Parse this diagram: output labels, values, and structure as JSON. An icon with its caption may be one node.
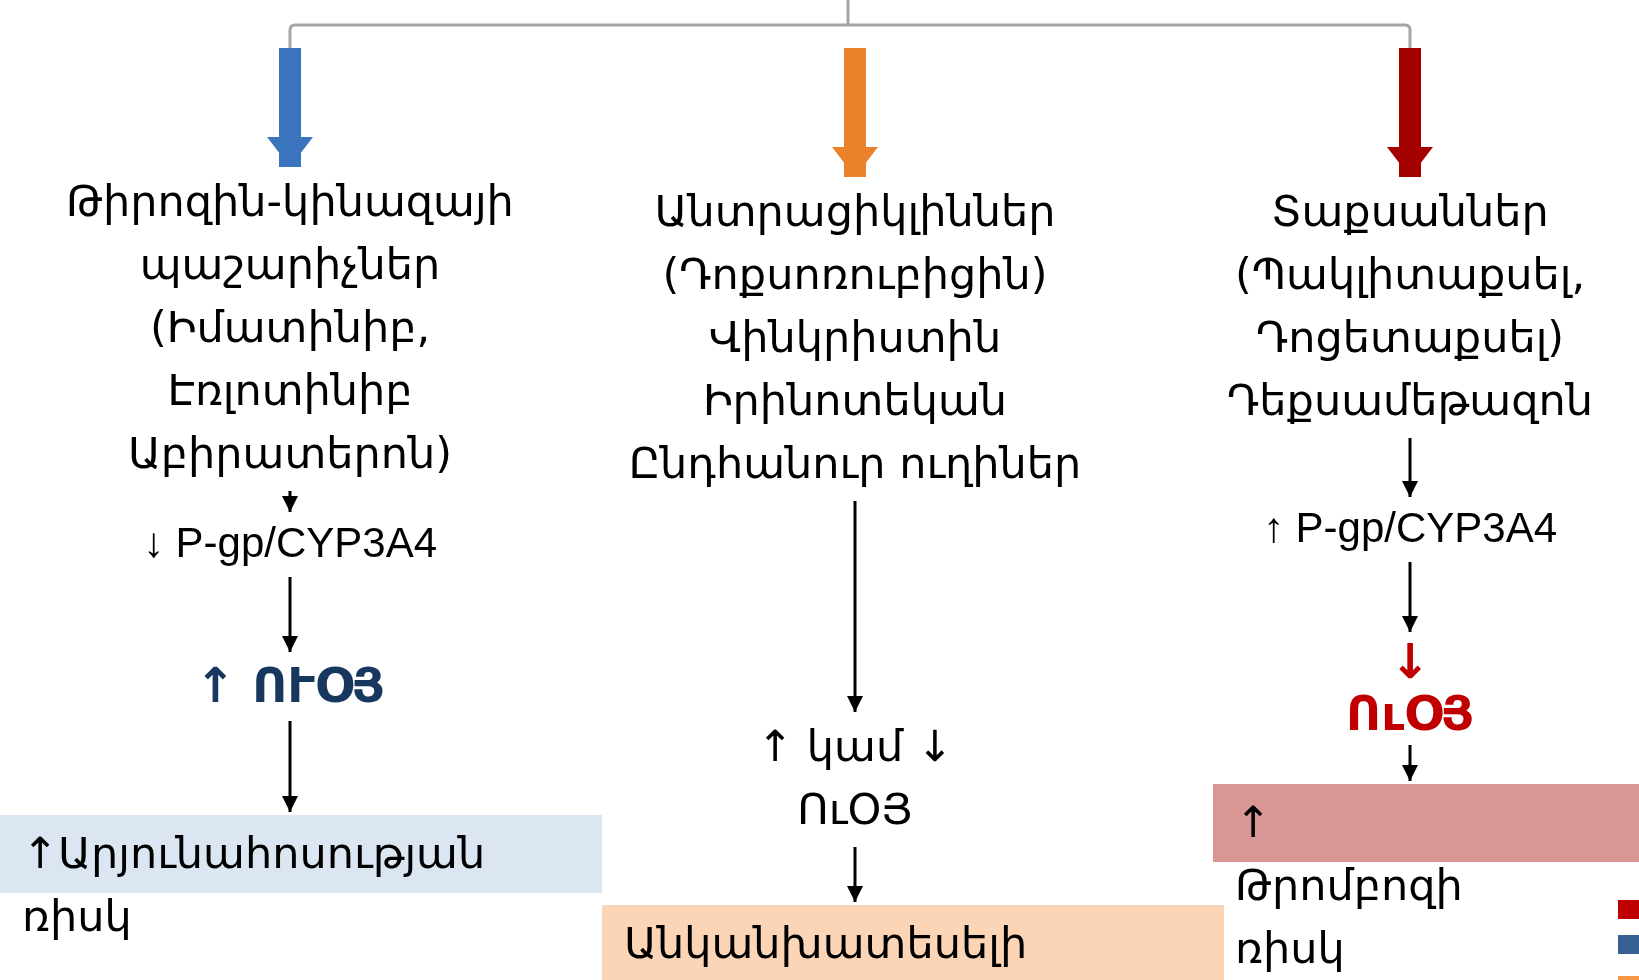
{
  "diagram": {
    "nodes": [
      {
        "text": [
          "Թիրոզին-կինազայի պաշարիչներ (Իմատինիբ, Էռլոտինիբ Աբիրատերոն)"
        ]
      },
      {
        "text": [
          "↓ P-gp/CYP3A4"
        ]
      },
      {
        "text": [
          "↑ ՈՒՕՅ"
        ]
      },
      {
        "text": [
          "↑Արյունահոսության ռիսկ"
        ]
      },
      {
        "text": [
          "Անտրացիկլիններ (Դոքսոռուբիցին) Վինկրիստին Իրինոտեկան Ընդհանուր ուղիներ"
        ]
      },
      {
        "text": [
          "↑ կամ ↓ ՈւՕՅ"
        ]
      },
      {
        "text": [
          "Անկանխատեսելի"
        ]
      },
      {
        "text": [
          "Տաքսաններ (Պակլիտաքսել, Դոցետաքսել) Դեքսամեթազոն"
        ]
      },
      {
        "text": [
          "↑ P-gp/CYP3A4"
        ]
      },
      {
        "text": [
          "↓ ՈւՕՅ"
        ]
      },
      {
        "text": [
          "↑ Թրոմբոզի ռիսկ"
        ]
      }
    ],
    "edges": [
      {
        "from": null,
        "to": 0,
        "arrow": "to",
        "style": "thick",
        "color": "#3a74bd"
      },
      {
        "from": null,
        "to": 4,
        "arrow": "to",
        "style": "thick",
        "color": "#e9822a"
      },
      {
        "from": null,
        "to": 7,
        "arrow": "to",
        "style": "thick",
        "color": "#a50000"
      },
      {
        "from": 0,
        "to": 1,
        "arrow": "to"
      },
      {
        "from": 1,
        "to": 2,
        "arrow": "to"
      },
      {
        "from": 2,
        "to": 3,
        "arrow": "to"
      },
      {
        "from": 4,
        "to": 5,
        "arrow": "to"
      },
      {
        "from": 5,
        "to": 6,
        "arrow": "to"
      },
      {
        "from": 7,
        "to": 8,
        "arrow": "to"
      },
      {
        "from": 8,
        "to": 9,
        "arrow": "to"
      },
      {
        "from": 9,
        "to": 10,
        "arrow": "to"
      }
    ]
  }
}
